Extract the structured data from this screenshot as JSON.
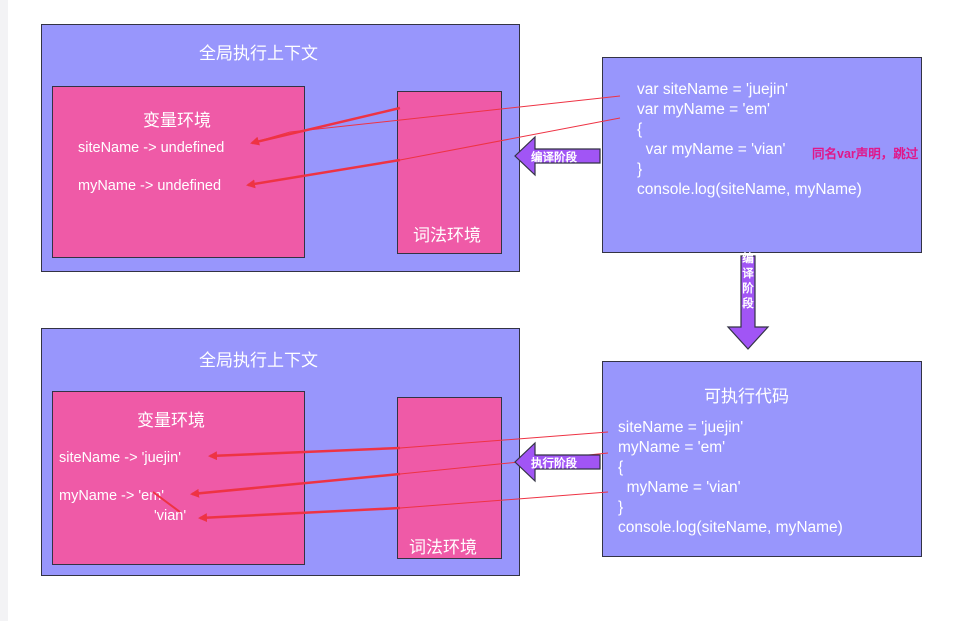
{
  "top": {
    "context_title": "全局执行上下文",
    "variable_env_title": "变量环境",
    "var_entries": [
      "siteName -> undefined",
      "myName -> undefined"
    ],
    "lexical_env_title": "词法环境",
    "code_lines": [
      "var siteName = 'juejin'",
      "var myName = 'em'",
      "{",
      "  var myName = 'vian'",
      "}",
      "console.log(siteName, myName)"
    ],
    "note": "同名var声明，跳过",
    "phase_arrow_label": "编译阶段"
  },
  "vertical_arrow_chars": [
    "编",
    "译",
    "阶",
    "段"
  ],
  "bottom": {
    "context_title": "全局执行上下文",
    "variable_env_title": "变量环境",
    "var_entries": [
      "siteName -> 'juejin'",
      "myName -> 'em'",
      "'vian'"
    ],
    "lexical_env_title": "词法环境",
    "code_title": "可执行代码",
    "code_lines": [
      "siteName = 'juejin'",
      "myName = 'em'",
      "{",
      "  myName = 'vian'",
      "}",
      "console.log(siteName, myName)"
    ],
    "phase_arrow_label": "执行阶段"
  },
  "colors": {
    "context_bg": "#9896fc",
    "env_bg": "#ef5aa7",
    "arrow_red": "#ee3344",
    "phase_arrow": "#a155f5",
    "note": "#e0178a"
  }
}
